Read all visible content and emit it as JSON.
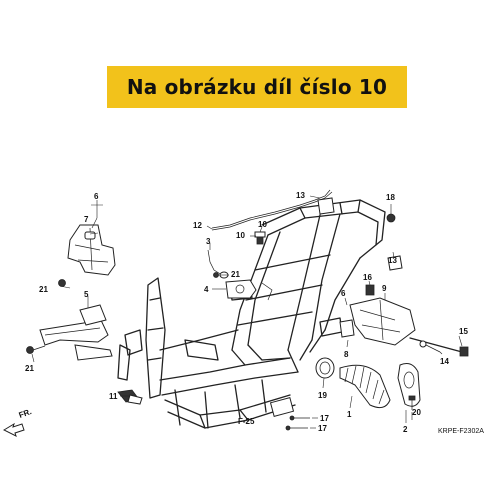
{
  "banner": {
    "text": "Na obrázku díl číslo 10"
  },
  "diagram": {
    "part_labels": [
      "1",
      "2",
      "3",
      "4",
      "5",
      "6",
      "7",
      "8",
      "9",
      "10",
      "11",
      "12",
      "13",
      "13",
      "14",
      "15",
      "16",
      "17",
      "17",
      "18",
      "19",
      "20",
      "21",
      "21",
      "21"
    ],
    "ref_label": "F-25",
    "front_label": "FR.",
    "code": "KRPE-F2302A"
  }
}
